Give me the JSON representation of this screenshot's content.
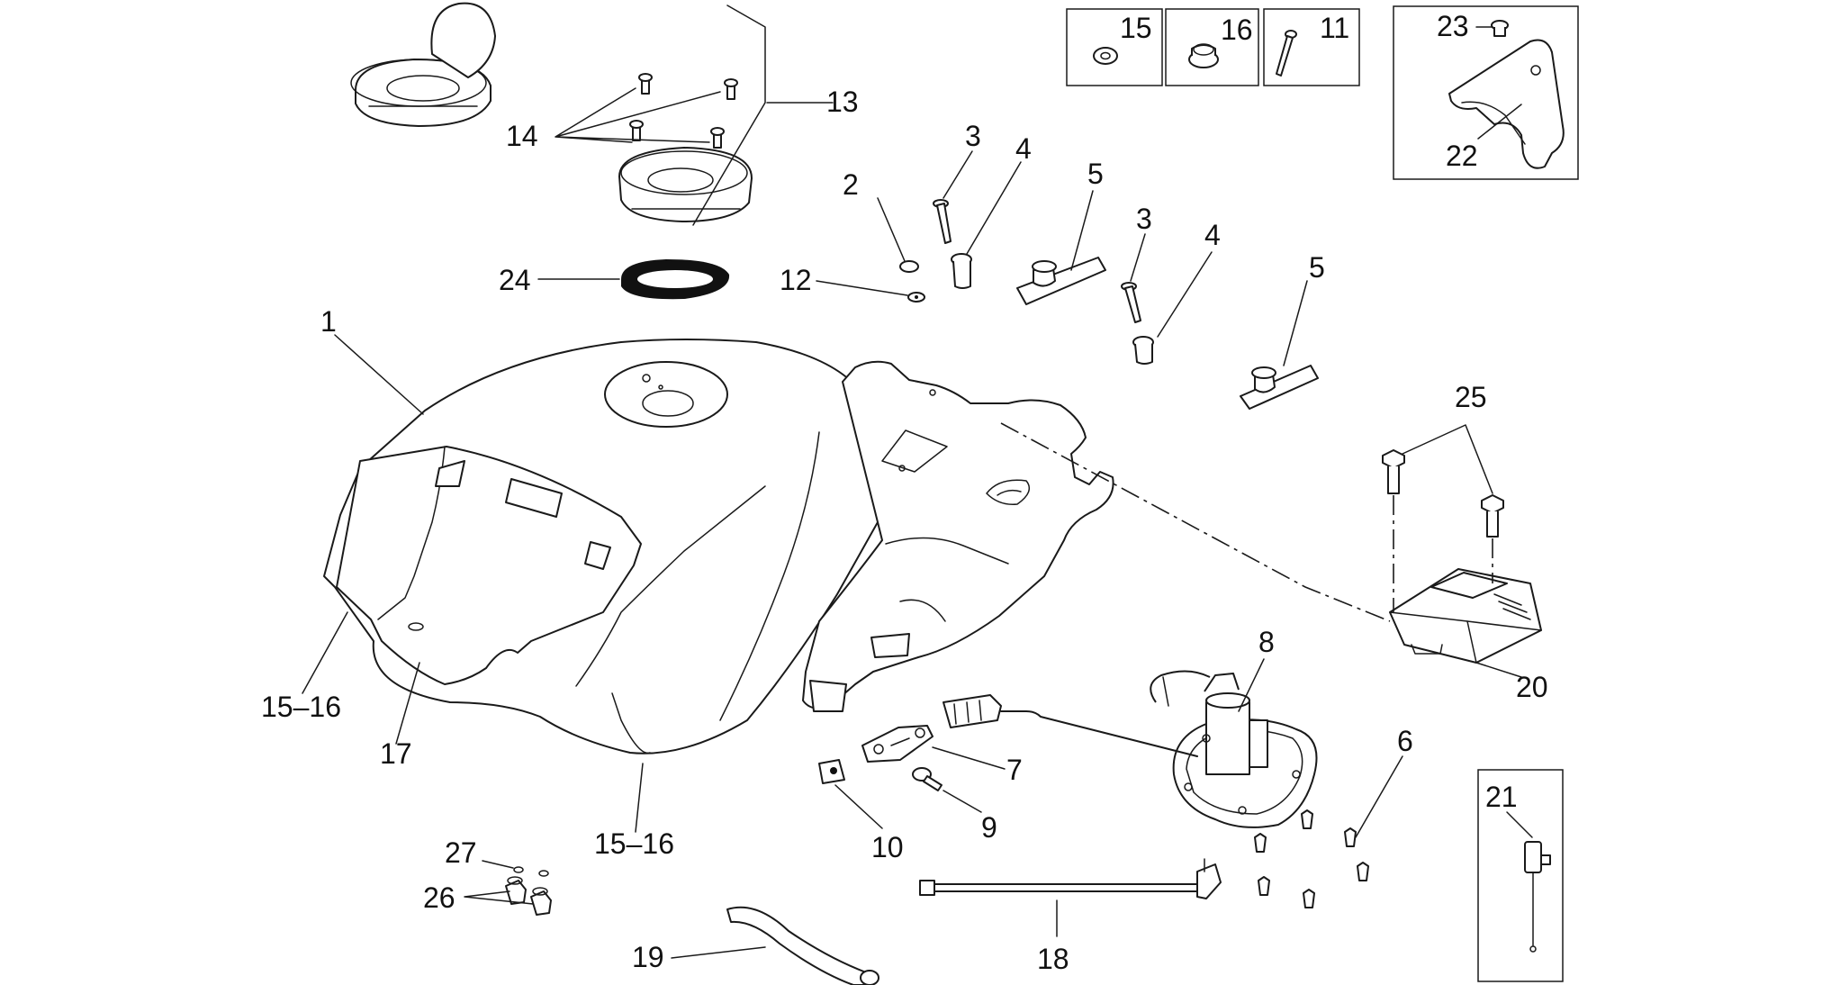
{
  "callouts": {
    "c1": "1",
    "c2": "2",
    "c3a": "3",
    "c3b": "3",
    "c4a": "4",
    "c4b": "4",
    "c5a": "5",
    "c5b": "5",
    "c6": "6",
    "c7": "7",
    "c8": "8",
    "c9": "9",
    "c10": "10",
    "c11": "11",
    "c12": "12",
    "c13": "13",
    "c14": "14",
    "c15": "15",
    "c16": "16",
    "c15_16a": "15–16",
    "c15_16b": "15–16",
    "c17": "17",
    "c18": "18",
    "c19": "19",
    "c20": "20",
    "c21": "21",
    "c22": "22",
    "c23": "23",
    "c24": "24",
    "c25": "25",
    "c26": "26",
    "c27": "27"
  }
}
